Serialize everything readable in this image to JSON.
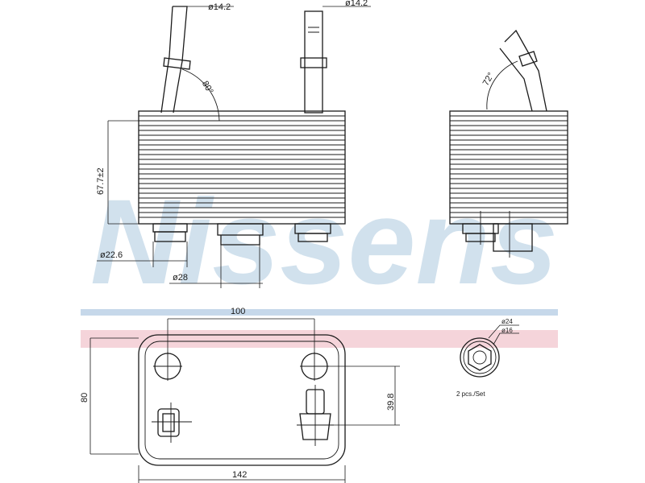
{
  "watermark": {
    "text": "Nissens",
    "band_blue": "#c6d8ea",
    "band_pink": "#f2c9d1"
  },
  "colors": {
    "line": "#1a1a1a",
    "background": "#ffffff"
  },
  "dimensions": {
    "pipe_left_dia": "ø14.2",
    "pipe_right_dia": "ø14.2",
    "angle_left": "80°",
    "angle_side": "72°",
    "height": "67.7±2",
    "port_small_dia": "ø22.6",
    "port_large_dia": "ø28",
    "hole_spacing": "100",
    "body_height": "80",
    "port_offset": "39.8",
    "body_length": "142",
    "detail_outer_dia": "ø24",
    "detail_inner_dia": "ø16",
    "detail_note": "2 pcs./Set"
  }
}
